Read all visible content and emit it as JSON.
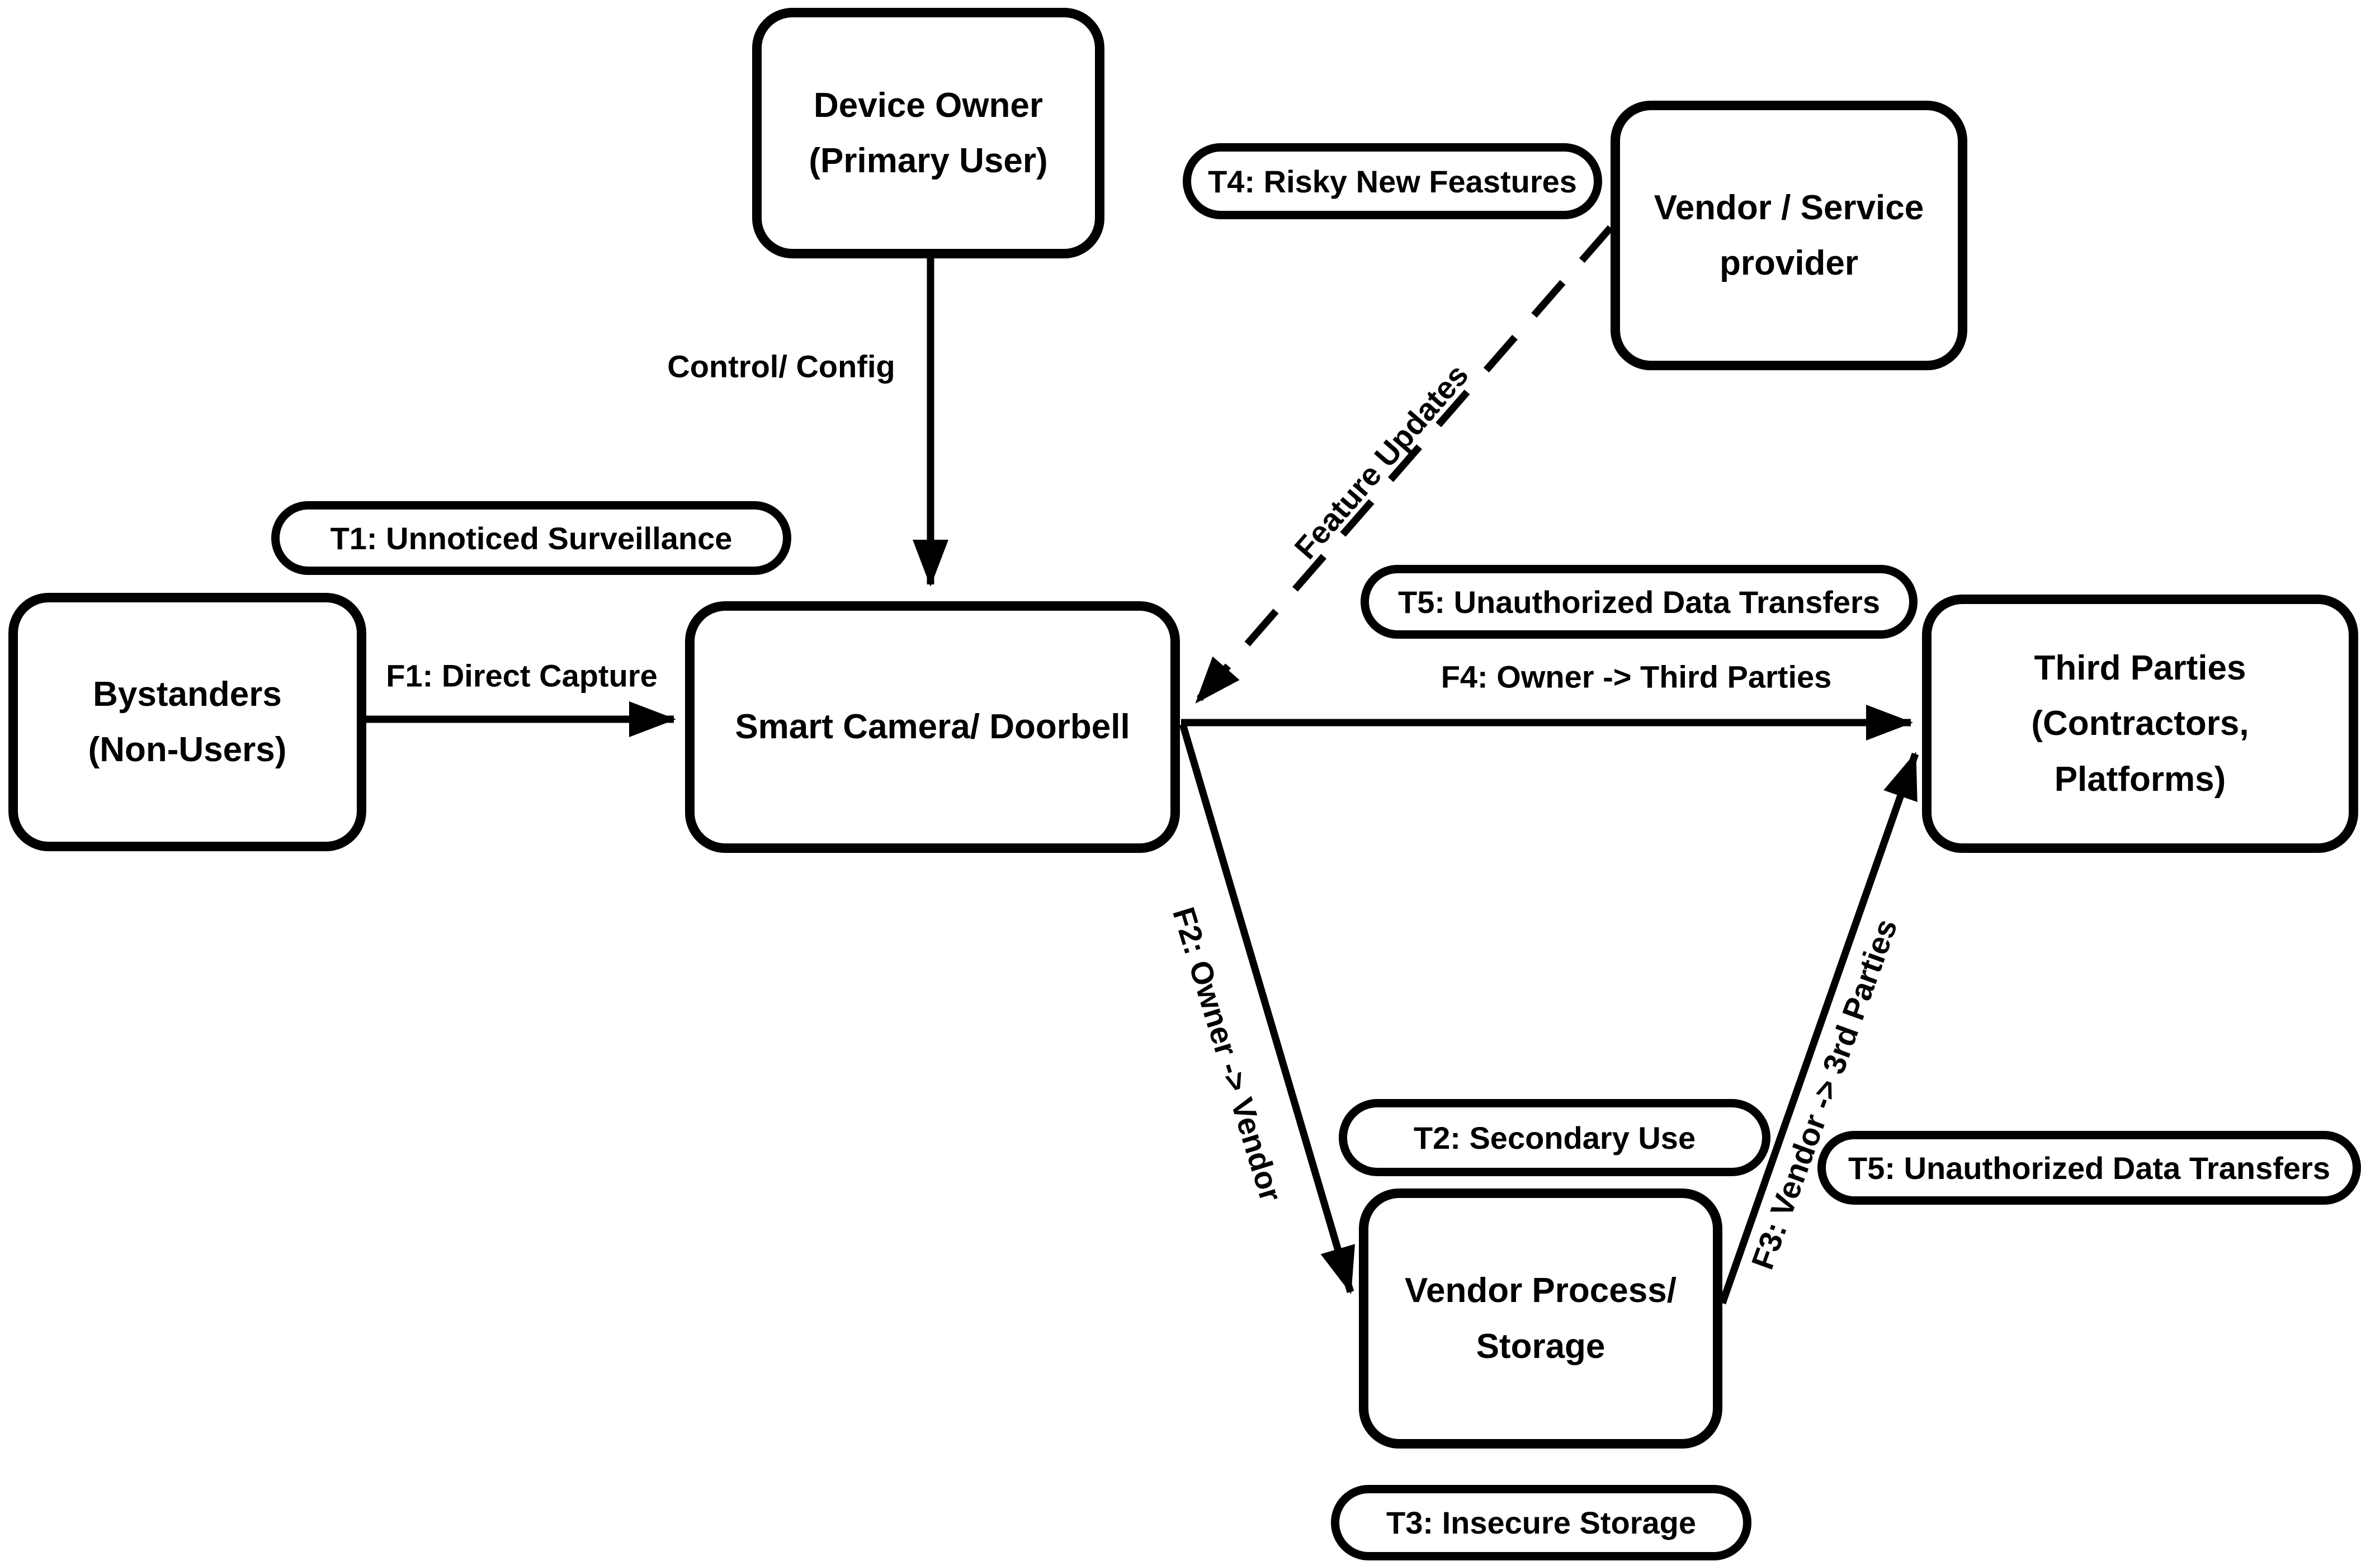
{
  "diagram": {
    "title": "Smart camera / doorbell data flow and threat diagram",
    "colors": {
      "stroke": "#000000",
      "background": "#ffffff"
    },
    "nodes": {
      "device_owner": {
        "lines": [
          "Device Owner",
          "(Primary User)"
        ]
      },
      "vendor": {
        "lines": [
          "Vendor / Service",
          "provider"
        ]
      },
      "bystanders": {
        "lines": [
          "Bystanders",
          "(Non-Users)"
        ]
      },
      "smart_camera": {
        "lines": [
          "Smart Camera/ Doorbell"
        ]
      },
      "third_parties": {
        "lines": [
          "Third Parties",
          "(Contractors,",
          "Platforms)"
        ]
      },
      "vendor_process": {
        "lines": [
          "Vendor Process/",
          "Storage"
        ]
      }
    },
    "threats": {
      "t1": "T1: Unnoticed Surveillance",
      "t2": "T2: Secondary Use",
      "t3": "T3: Insecure Storage",
      "t4": "T4: Risky New Feastures",
      "t5_top": "T5: Unauthorized Data Transfers",
      "t5_bottom": "T5: Unauthorized Data Transfers"
    },
    "flows": {
      "control_config": "Control/ Config",
      "f1": "F1: Direct Capture",
      "f2": "F2: Owner -> Vendor",
      "f3": "F3: Vendor -> 3rd Parties",
      "f4": "F4: Owner -> Third Parties",
      "feature_updates": "Feature Updates"
    }
  }
}
